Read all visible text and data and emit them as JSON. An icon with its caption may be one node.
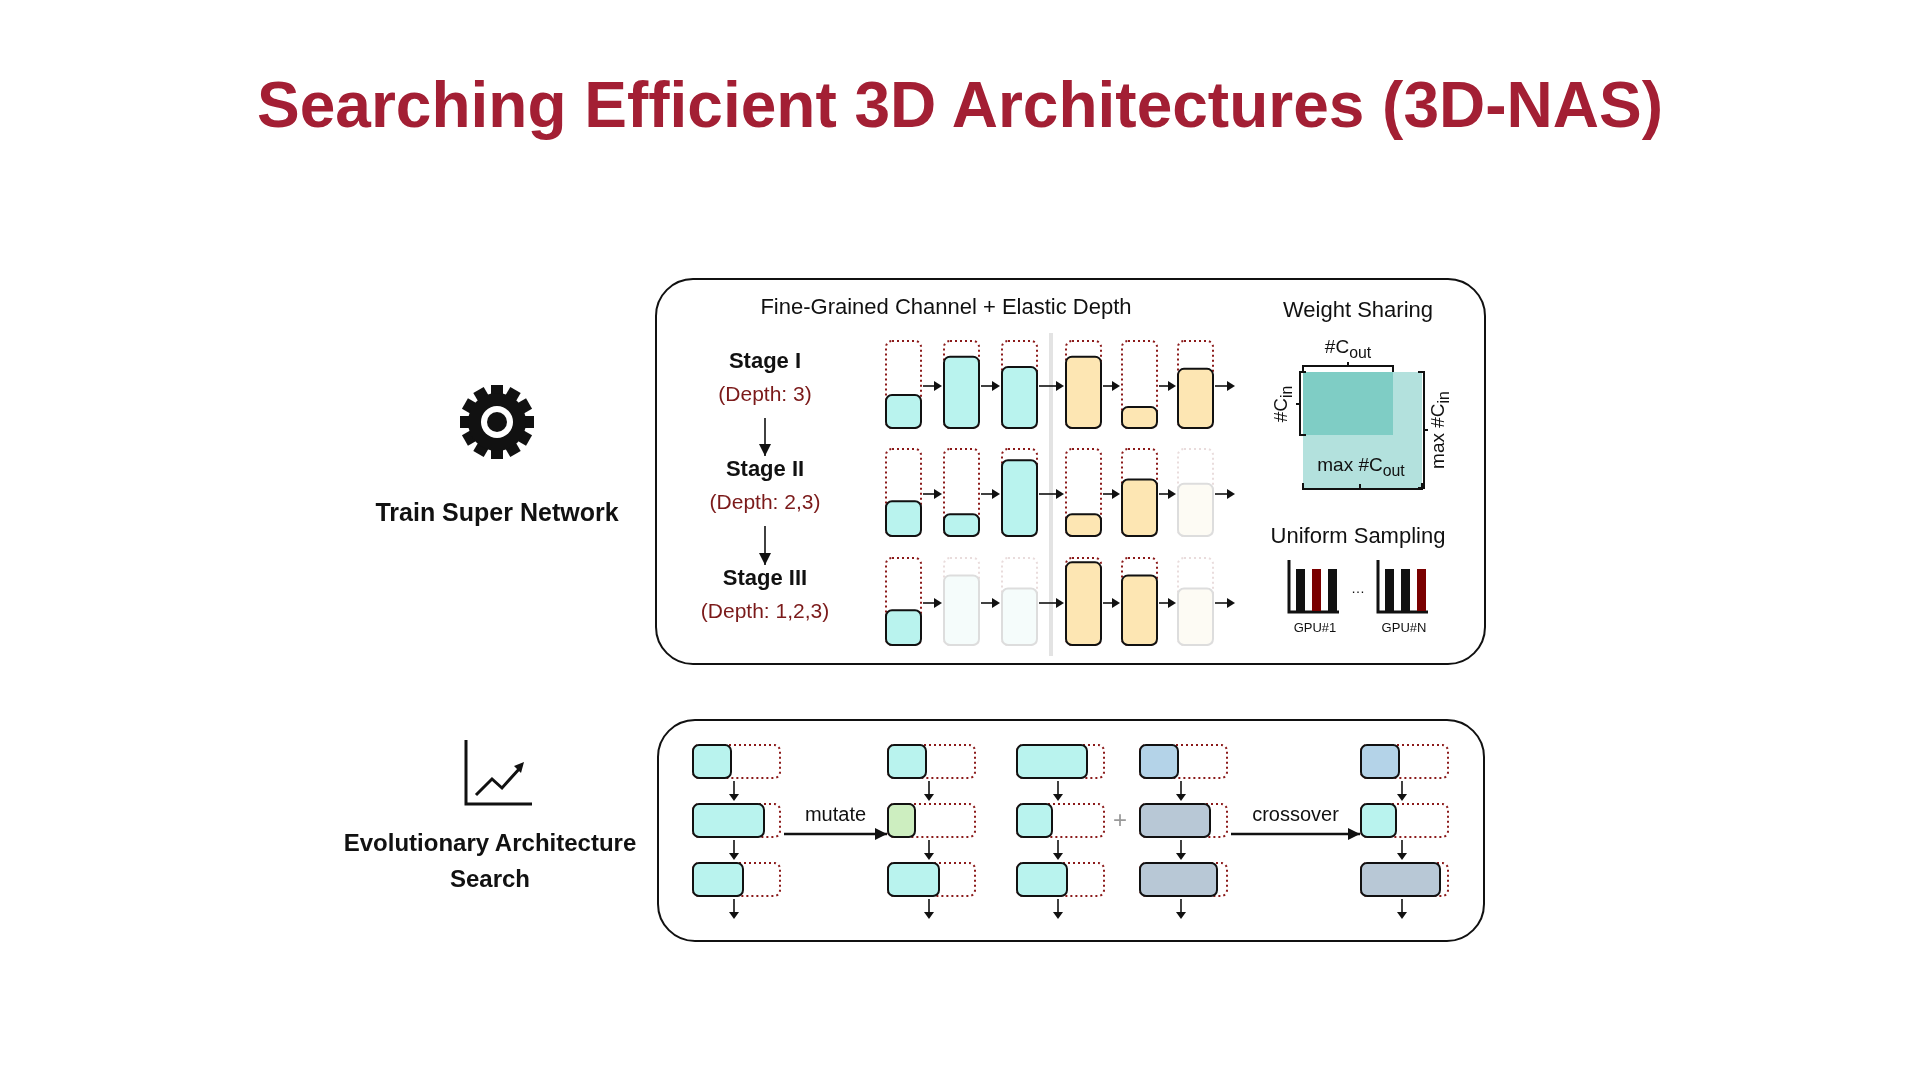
{
  "diagram": {
    "title": "Searching Efficient 3D Architectures (3D-NAS)",
    "nodes": [
      {
        "text": [],
        "shape": "box"
      },
      {
        "text": [
          "Stage I",
          "(Depth: 3)"
        ],
        "in": 0
      },
      {
        "text": [
          "Stage II",
          "(Depth: 2,3)"
        ],
        "in": 0
      },
      {
        "text": [
          "Stage III",
          "(Depth: 1,2,3)"
        ],
        "in": 0
      },
      {
        "text": [],
        "shape": "box"
      },
      {
        "text": [],
        "shape": "picture",
        "in": 4
      },
      {
        "text": [],
        "shape": "picture",
        "in": 4
      },
      {
        "text": [],
        "shape": "picture",
        "in": 4
      },
      {
        "text": [],
        "shape": "picture",
        "in": 4
      },
      {
        "text": [],
        "shape": "picture",
        "in": 4
      }
    ],
    "edges": [
      {
        "from": 1,
        "to": 2,
        "arrow": "to"
      },
      {
        "from": 2,
        "to": 3,
        "arrow": "to"
      },
      {
        "from": 5,
        "to": 6,
        "arrow": "to",
        "label": "mutate"
      },
      {
        "from": 8,
        "to": 9,
        "arrow": "to",
        "label": "crossover"
      }
    ],
    "labels": [
      "Train Super Network",
      "Evolutionary Architecture Search",
      "Fine-Grained Channel + Elastic Depth",
      "Weight Sharing",
      "#C$_{out}$",
      "#C$_{in}$",
      "max #C$_{in}$",
      "max #C$_{out}$",
      "Uniform Sampling",
      "…",
      "GPU#1",
      "GPU#N",
      "+"
    ]
  }
}
